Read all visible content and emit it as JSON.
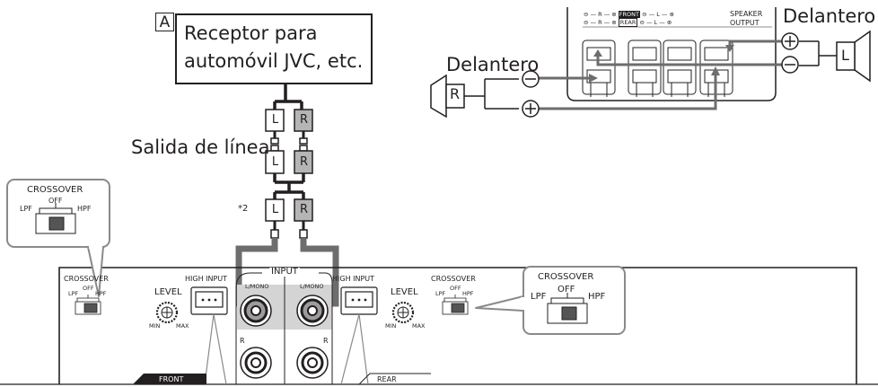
{
  "figure": {
    "box_letter": "A",
    "receiver": {
      "line1": "Receptor para",
      "line2": "automóvil JVC, etc."
    },
    "line_out_label": "Salida de línea",
    "note_mark": "*2",
    "front_right_label": "Delantero",
    "front_left_label": "Delantero",
    "speaker_right_letter": "R",
    "speaker_left_letter": "L",
    "plug_left_letter": "L",
    "plug_right_letter": "R",
    "speaker_output": {
      "title_line1": "SPEAKER",
      "title_line2": "OUTPUT",
      "row1_r": "R",
      "row1_tag": "FRONT",
      "row1_l": "L",
      "row2_r": "R",
      "row2_tag": "REAR",
      "row2_l": "L",
      "minus": "⊖",
      "plus": "⊕"
    },
    "crossover_callout": {
      "title": "CROSSOVER",
      "lpf": "LPF",
      "off": "OFF",
      "hpf": "HPF"
    },
    "panel": {
      "crossover": "CROSSOVER",
      "lpf": "LPF",
      "off": "OFF",
      "hpf": "HPF",
      "level": "LEVEL",
      "min": "MIN",
      "max": "MAX",
      "high_input": "HIGH INPUT",
      "input": "INPUT",
      "lmono": "L/MONO",
      "r": "R",
      "front": "FRONT",
      "rear": "REAR"
    }
  }
}
